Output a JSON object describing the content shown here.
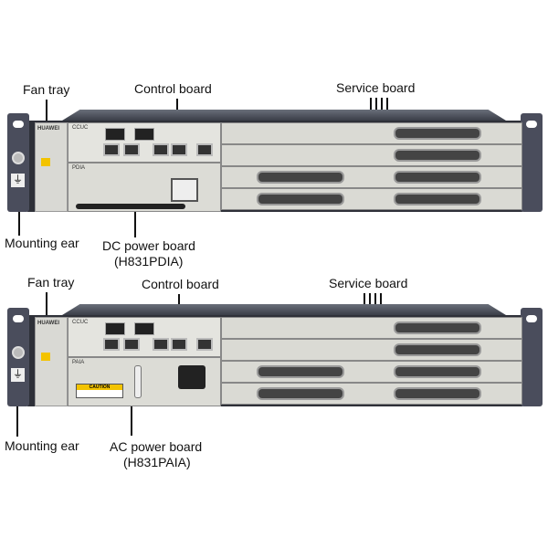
{
  "top_figure": {
    "labels": {
      "fan_tray": "Fan tray",
      "control_board": "Control board",
      "service_board": "Service board",
      "mounting_ear": "Mounting ear",
      "power_board": "DC power board",
      "power_board_model": "(H831PDIA)"
    },
    "chassis": {
      "brand": "HUAWEI",
      "control_board_name": "CCUC",
      "power_board_name": "PDIA"
    }
  },
  "bottom_figure": {
    "labels": {
      "fan_tray": "Fan tray",
      "control_board": "Control board",
      "service_board": "Service board",
      "mounting_ear": "Mounting ear",
      "power_board": "AC power board",
      "power_board_model": "(H831PAIA)"
    },
    "chassis": {
      "brand": "HUAWEI",
      "control_board_name": "CCUC",
      "power_board_name": "PAIA",
      "caution": "CAUTION"
    }
  }
}
